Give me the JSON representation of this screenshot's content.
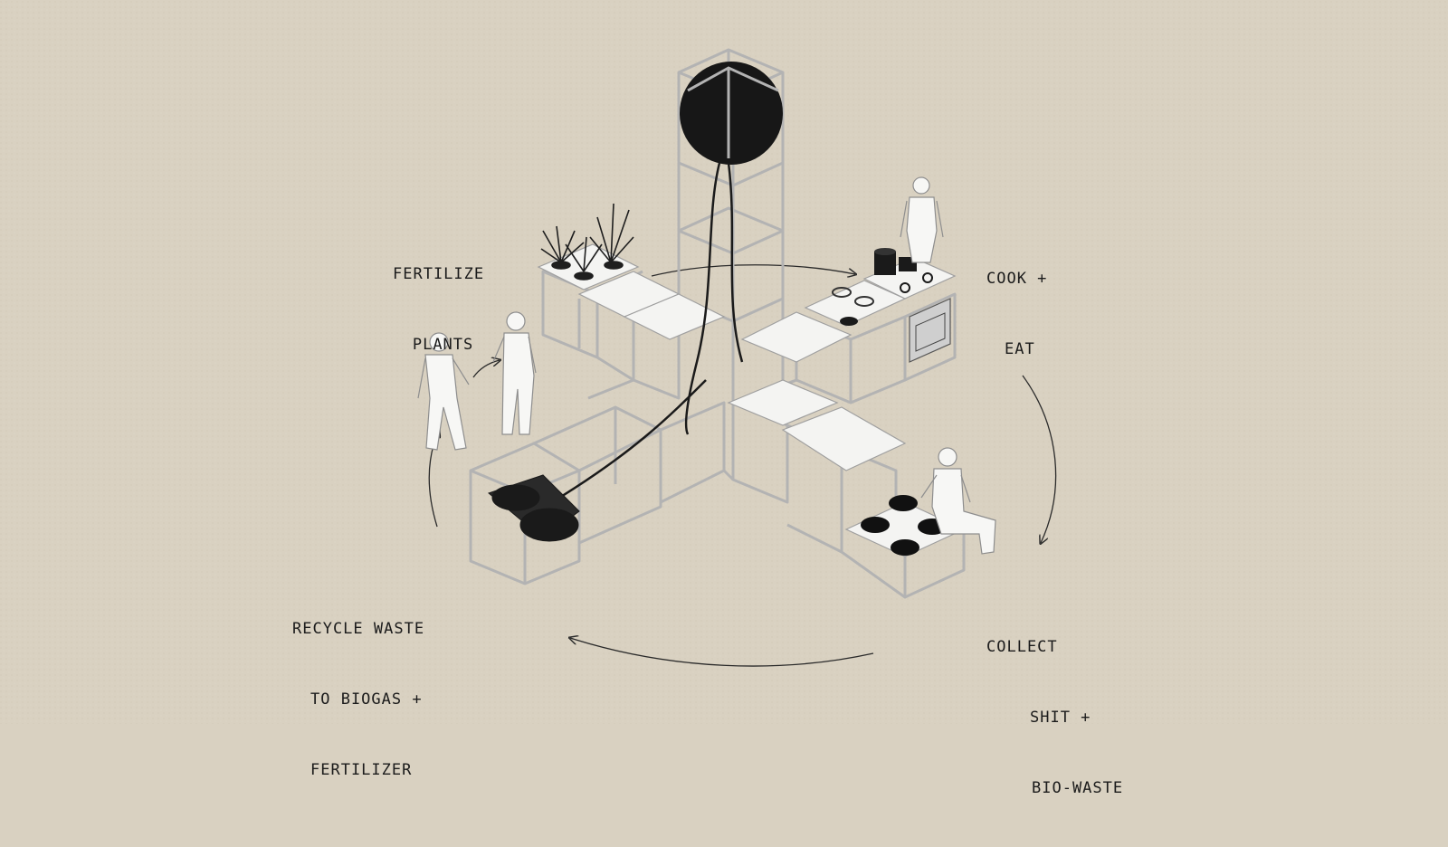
{
  "labels": {
    "fertilize": [
      "FERTILIZE",
      "PLANTS"
    ],
    "cook": [
      "COOK +",
      "EAT"
    ],
    "collect": [
      "COLLECT",
      "SHIT +",
      "BIO-WASTE"
    ],
    "recycle": [
      "RECYCLE WASTE",
      "TO BIOGAS +",
      "FERTILIZER"
    ]
  },
  "colors": {
    "background": "#d9d1c1",
    "frame": "#b9b9b9",
    "panel": "#f4f4f2",
    "dark": "#1a1a1a",
    "ink": "#2a2a2a"
  }
}
